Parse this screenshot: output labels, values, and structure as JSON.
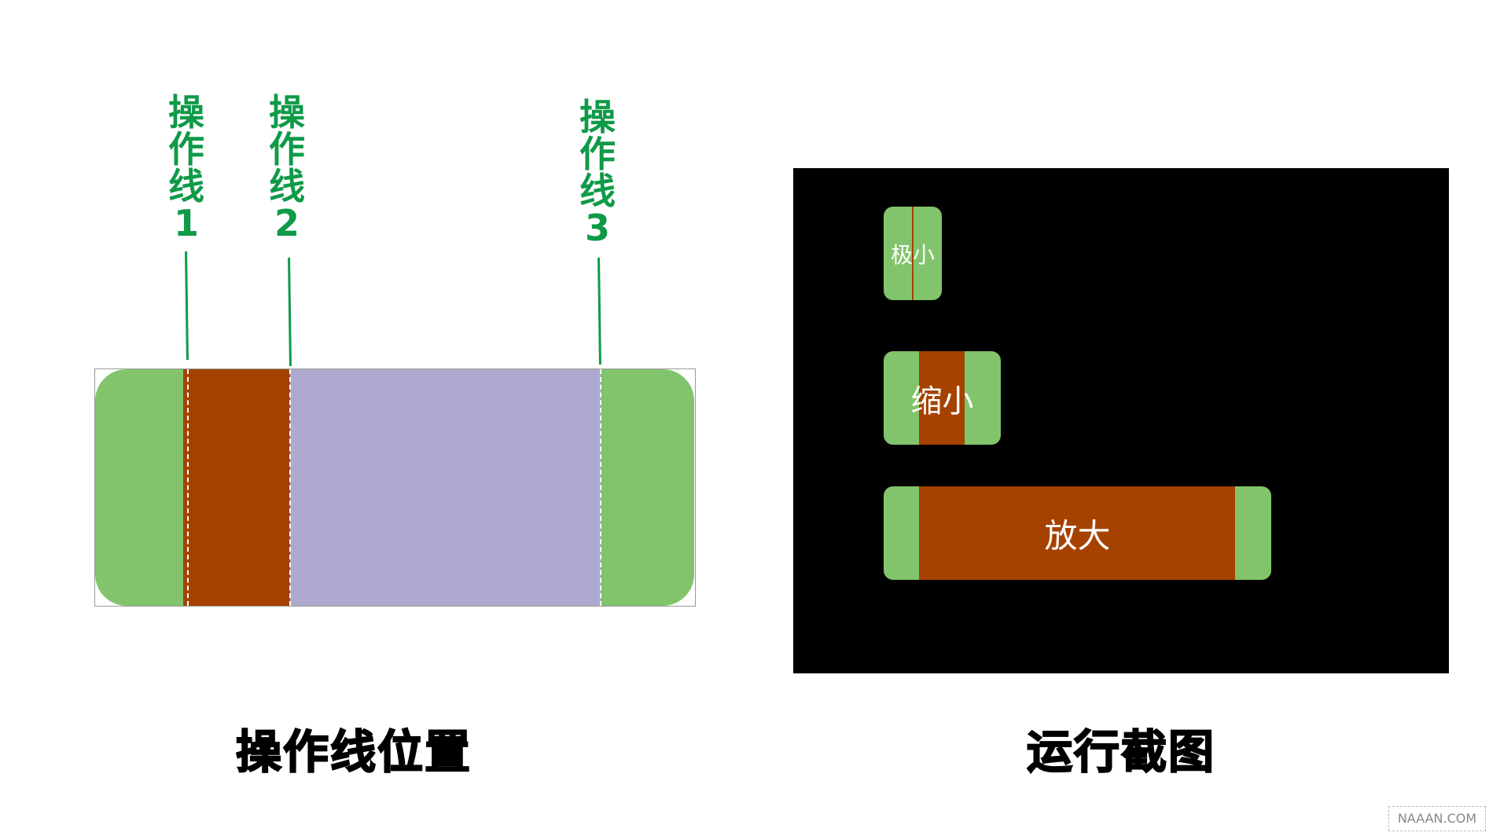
{
  "diagram": {
    "labels": [
      {
        "chars": [
          "操",
          "作",
          "线"
        ],
        "num": "1"
      },
      {
        "chars": [
          "操",
          "作",
          "线"
        ],
        "num": "2"
      },
      {
        "chars": [
          "操",
          "作",
          "线"
        ],
        "num": "3"
      }
    ],
    "caption": "操作线位置"
  },
  "screenshot": {
    "buttons": [
      {
        "label": "极小"
      },
      {
        "label": "缩小"
      },
      {
        "label": "放大"
      }
    ],
    "caption": "运行截图"
  },
  "watermark": "NAAAN.COM",
  "colors": {
    "green": "#82c46c",
    "brown": "#a54200",
    "purple": "#aea9ce",
    "label": "#0f9a48"
  }
}
